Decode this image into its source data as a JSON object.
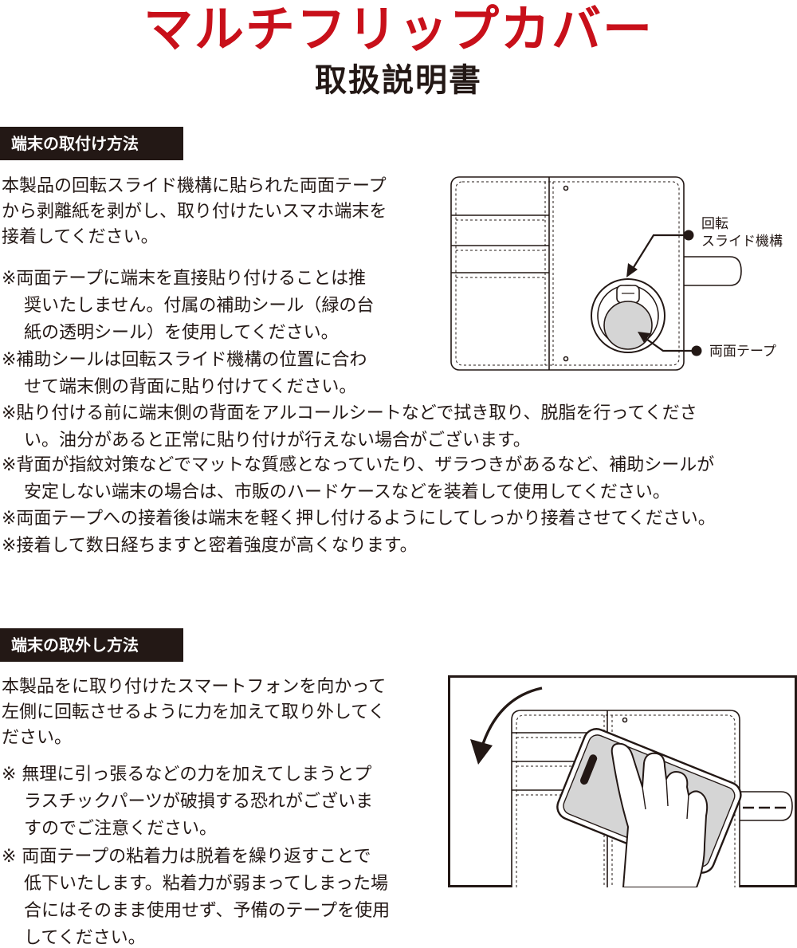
{
  "title": "マルチフリップカバー",
  "subtitle": "取扱説明書",
  "section1": {
    "heading": "端末の取付け方法",
    "intro": [
      "本製品の回転スライド機構に貼られた両面テープ",
      "から剥離紙を剥がし、取り付けたいスマホ端末を",
      "接着してください。"
    ],
    "notes": [
      [
        "※両面テープに端末を直接貼り付けることは推",
        "奨いたしません。付属の補助シール（緑の台",
        "紙の透明シール）を使用してください。"
      ],
      [
        "※補助シールは回転スライド機構の位置に合わ",
        "せて端末側の背面に貼り付けてください。"
      ],
      [
        "※貼り付ける前に端末側の背面をアルコールシートなどで拭き取り、脱脂を行ってくださ",
        "い。油分があると正常に貼り付けが行えない場合がございます。"
      ],
      [
        "※背面が指紋対策などでマットな質感となっていたり、ザラつきがあるなど、補助シールが",
        "安定しない端末の場合は、市販のハードケースなどを装着して使用してください。"
      ],
      [
        "※両面テープへの接着後は端末を軽く押し付けるようにしてしっかり接着させてください。"
      ],
      [
        "※接着して数日経ちますと密着強度が高くなります。"
      ]
    ],
    "figure": {
      "label_rotate_line1": "回転",
      "label_rotate_line2": "スライド機構",
      "label_tape": "両面テープ"
    }
  },
  "section2": {
    "heading": "端末の取外し方法",
    "intro": [
      "本製品をに取り付けたスマートフォンを向かって",
      "左側に回転させるように力を加えて取り外してく",
      "ださい。"
    ],
    "notes": [
      [
        "※ 無理に引っ張るなどの力を加えてしまうとプ",
        "ラスチックパーツが破損する恐れがございま",
        "すのでご注意ください。"
      ],
      [
        "※ 両面テープの粘着力は脱着を繰り返すことで",
        "低下いたします。粘着力が弱まってしまった場",
        "合にはそのまま使用せず、予備のテープを使用",
        "してください。"
      ]
    ]
  }
}
